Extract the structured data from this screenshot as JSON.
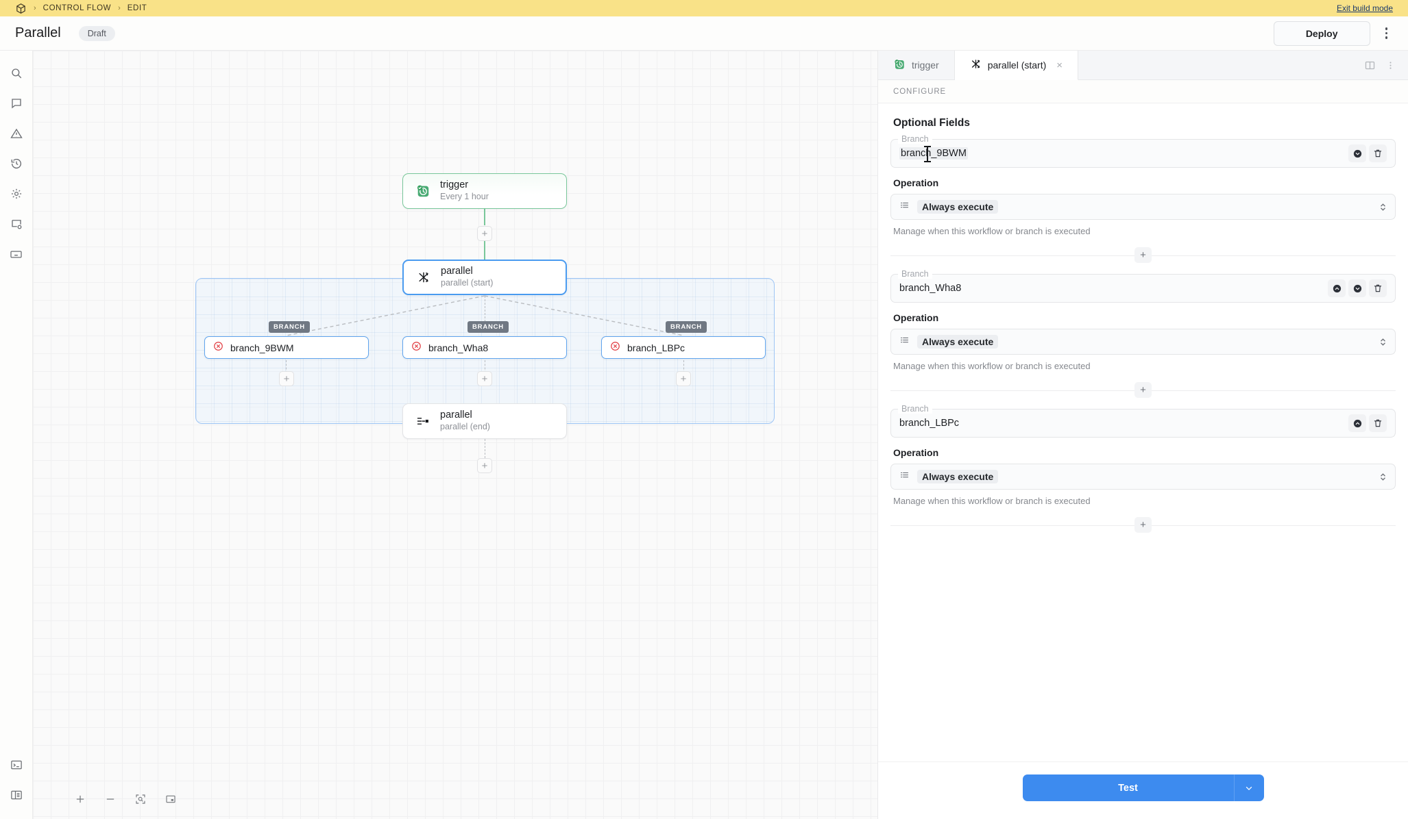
{
  "banner": {
    "logo_icon": "cube-icon",
    "breadcrumbs": [
      "CONTROL FLOW",
      "EDIT"
    ],
    "separator": "›",
    "exit_label": "Exit build mode"
  },
  "titlebar": {
    "workflow_name": "Parallel",
    "status_badge": "Draft",
    "deploy_label": "Deploy",
    "menu_icon": "kebab-menu-icon"
  },
  "rail": {
    "items": [
      {
        "icon": "search-icon"
      },
      {
        "icon": "comment-icon"
      },
      {
        "icon": "warning-icon"
      },
      {
        "icon": "history-icon"
      },
      {
        "icon": "settings-gear-icon"
      },
      {
        "icon": "panel-settings-icon"
      },
      {
        "icon": "keyboard-icon"
      }
    ],
    "bottom": [
      {
        "icon": "terminal-icon"
      },
      {
        "icon": "layout-panel-icon"
      }
    ]
  },
  "canvas": {
    "nodes": {
      "trigger": {
        "title": "trigger",
        "subtitle": "Every 1 hour",
        "icon": "clock-check-icon"
      },
      "parallel_start": {
        "title": "parallel",
        "subtitle": "parallel (start)",
        "icon": "parallel-split-icon"
      },
      "parallel_end": {
        "title": "parallel",
        "subtitle": "parallel (end)",
        "icon": "parallel-merge-icon"
      }
    },
    "branch_tag": "BRANCH",
    "branches": [
      {
        "name": "branch_9BWM",
        "icon": "error-circle-icon"
      },
      {
        "name": "branch_Wha8",
        "icon": "error-circle-icon"
      },
      {
        "name": "branch_LBPc",
        "icon": "error-circle-icon"
      }
    ],
    "add_label": "+",
    "toolbar": [
      {
        "icon": "zoom-in-icon",
        "label": "+"
      },
      {
        "icon": "zoom-out-icon",
        "label": "−"
      },
      {
        "icon": "fit-view-icon"
      },
      {
        "icon": "minimap-icon"
      }
    ]
  },
  "panel": {
    "tabs": [
      {
        "label": "trigger",
        "icon": "clock-check-icon",
        "active": false,
        "closable": false
      },
      {
        "label": "parallel (start)",
        "icon": "parallel-split-icon",
        "active": true,
        "closable": true,
        "close_glyph": "×"
      }
    ],
    "header_icons": [
      {
        "icon": "split-panel-icon"
      },
      {
        "icon": "kebab-menu-icon"
      }
    ],
    "section_label": "CONFIGURE",
    "optional_fields_title": "Optional Fields",
    "branch_field_label": "Branch",
    "operation_label": "Operation",
    "operation_help": "Manage when this workflow or branch is executed",
    "operation_icon": "list-icon",
    "add_branch_glyph": "+",
    "branches": [
      {
        "value": "branch_9BWM",
        "operation": "Always execute",
        "actions": [
          {
            "icon": "move-down-icon"
          },
          {
            "icon": "delete-trash-icon"
          }
        ],
        "focused": true
      },
      {
        "value": "branch_Wha8",
        "operation": "Always execute",
        "actions": [
          {
            "icon": "move-up-icon"
          },
          {
            "icon": "move-down-icon"
          },
          {
            "icon": "delete-trash-icon"
          }
        ],
        "focused": false
      },
      {
        "value": "branch_LBPc",
        "operation": "Always execute",
        "actions": [
          {
            "icon": "move-up-icon"
          },
          {
            "icon": "delete-trash-icon"
          }
        ],
        "focused": false
      }
    ],
    "footer": {
      "test_label": "Test",
      "dropdown_icon": "chevron-down-icon"
    }
  },
  "colors": {
    "banner": "#f9e288",
    "accent_blue": "#3d8bef",
    "trigger_green": "#4aab74",
    "error_red": "#e0393e",
    "branch_tag": "#707883"
  }
}
